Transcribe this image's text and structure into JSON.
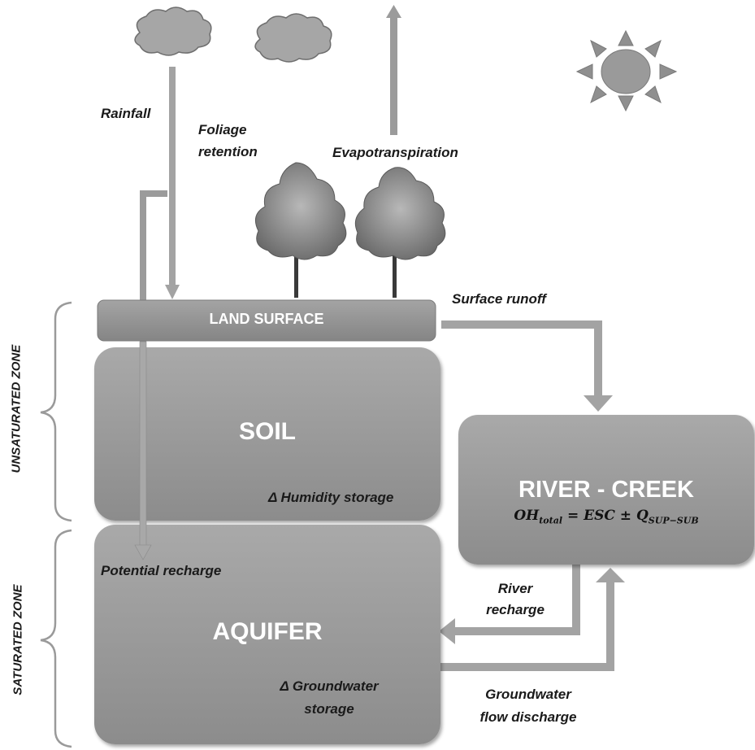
{
  "labels": {
    "rainfall": "Rainfall",
    "foliage_retention": [
      "Foliage",
      "retention"
    ],
    "evapotranspiration": "Evapotranspiration",
    "surface_runoff": "Surface runoff",
    "potential_recharge": "Potential recharge",
    "river_recharge": [
      "River",
      "recharge"
    ],
    "groundwater_flow_discharge": [
      "Groundwater",
      "flow discharge"
    ]
  },
  "boxes": {
    "land_surface": "LAND SURFACE",
    "soil": "SOIL",
    "soil_note": "Δ Humidity storage",
    "aquifer": "AQUIFER",
    "aquifer_note": [
      "Δ Groundwater",
      "storage"
    ],
    "river_creek": "RIVER - CREEK"
  },
  "formula": {
    "lhs": "OH",
    "lhs_sub": "total",
    "rhs": "= ESC ± Q",
    "rhs_sub": "SUP−SUB"
  },
  "zones": {
    "unsaturated": "UNSATURATED ZONE",
    "saturated": "SATURATED ZONE"
  },
  "colors": {
    "arrow": "#9b9b9b",
    "arrow_edge": "#7d7d7d",
    "box": "#999999",
    "cloud": "#a5a5a5",
    "sun": "#8a8a8a"
  },
  "icons": [
    "cloud-icon",
    "cloud-icon",
    "sun-icon",
    "tree-icon",
    "tree-icon"
  ]
}
